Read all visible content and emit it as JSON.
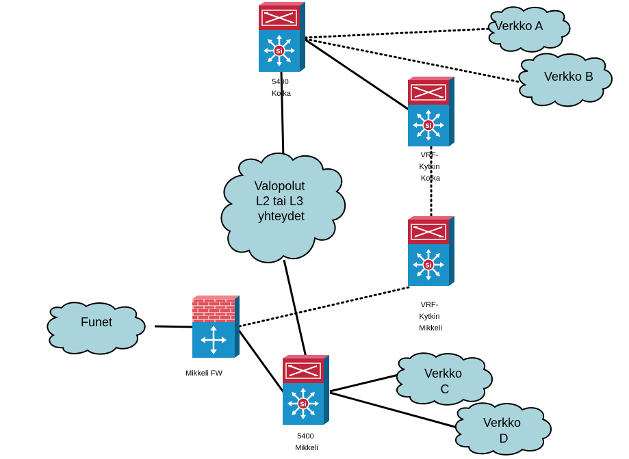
{
  "colors": {
    "cloud_fill": "#a9d4dc",
    "switch_top": "#c0243a",
    "switch_front": "#1a91c8",
    "firewall_brick": "#e0505a",
    "firewall_body": "#1a91c8",
    "line": "#000000"
  },
  "clouds": {
    "verkko_a": {
      "lines": [
        "Verkko A"
      ]
    },
    "verkko_b": {
      "lines": [
        "Verkko B"
      ]
    },
    "valopolut": {
      "lines": [
        "Valopolut",
        "L2 tai L3",
        "yhteydet"
      ]
    },
    "funet": {
      "lines": [
        "Funet"
      ]
    },
    "verkko_c": {
      "lines": [
        "Verkko",
        "C"
      ]
    },
    "verkko_d": {
      "lines": [
        "Verkko",
        "D"
      ]
    }
  },
  "devices": {
    "kotka_5400": {
      "icon": "layer3-switch-icon",
      "label": [
        "5400",
        "Kotka"
      ]
    },
    "vrf_kotka": {
      "icon": "layer3-switch-icon",
      "label": [
        "VRF-",
        "Kytkin",
        "Kotka"
      ]
    },
    "vrf_mikkeli": {
      "icon": "layer3-switch-icon",
      "label": [
        "VRF-",
        "Kytkin",
        "Mikkeli"
      ]
    },
    "mikkeli_fw": {
      "icon": "firewall-icon",
      "label": [
        "Mikkeli FW"
      ]
    },
    "mikkeli_5400": {
      "icon": "layer3-switch-icon",
      "label": [
        "5400",
        "Mikkeli"
      ]
    },
    "switch_badge": "Si"
  },
  "links": [
    {
      "from": "kotka_5400",
      "to": "verkko_a",
      "style": "dotted"
    },
    {
      "from": "kotka_5400",
      "to": "verkko_b",
      "style": "dotted"
    },
    {
      "from": "kotka_5400",
      "to": "vrf_kotka",
      "style": "solid"
    },
    {
      "from": "kotka_5400",
      "to": "valopolut",
      "style": "solid"
    },
    {
      "from": "vrf_kotka",
      "to": "vrf_mikkeli",
      "style": "dotted"
    },
    {
      "from": "valopolut",
      "to": "mikkeli_5400",
      "style": "solid"
    },
    {
      "from": "vrf_mikkeli",
      "to": "mikkeli_fw",
      "style": "dotted"
    },
    {
      "from": "funet",
      "to": "mikkeli_fw",
      "style": "solid"
    },
    {
      "from": "mikkeli_fw",
      "to": "mikkeli_5400",
      "style": "solid"
    },
    {
      "from": "mikkeli_5400",
      "to": "verkko_c",
      "style": "solid"
    },
    {
      "from": "mikkeli_5400",
      "to": "verkko_d",
      "style": "solid"
    }
  ]
}
